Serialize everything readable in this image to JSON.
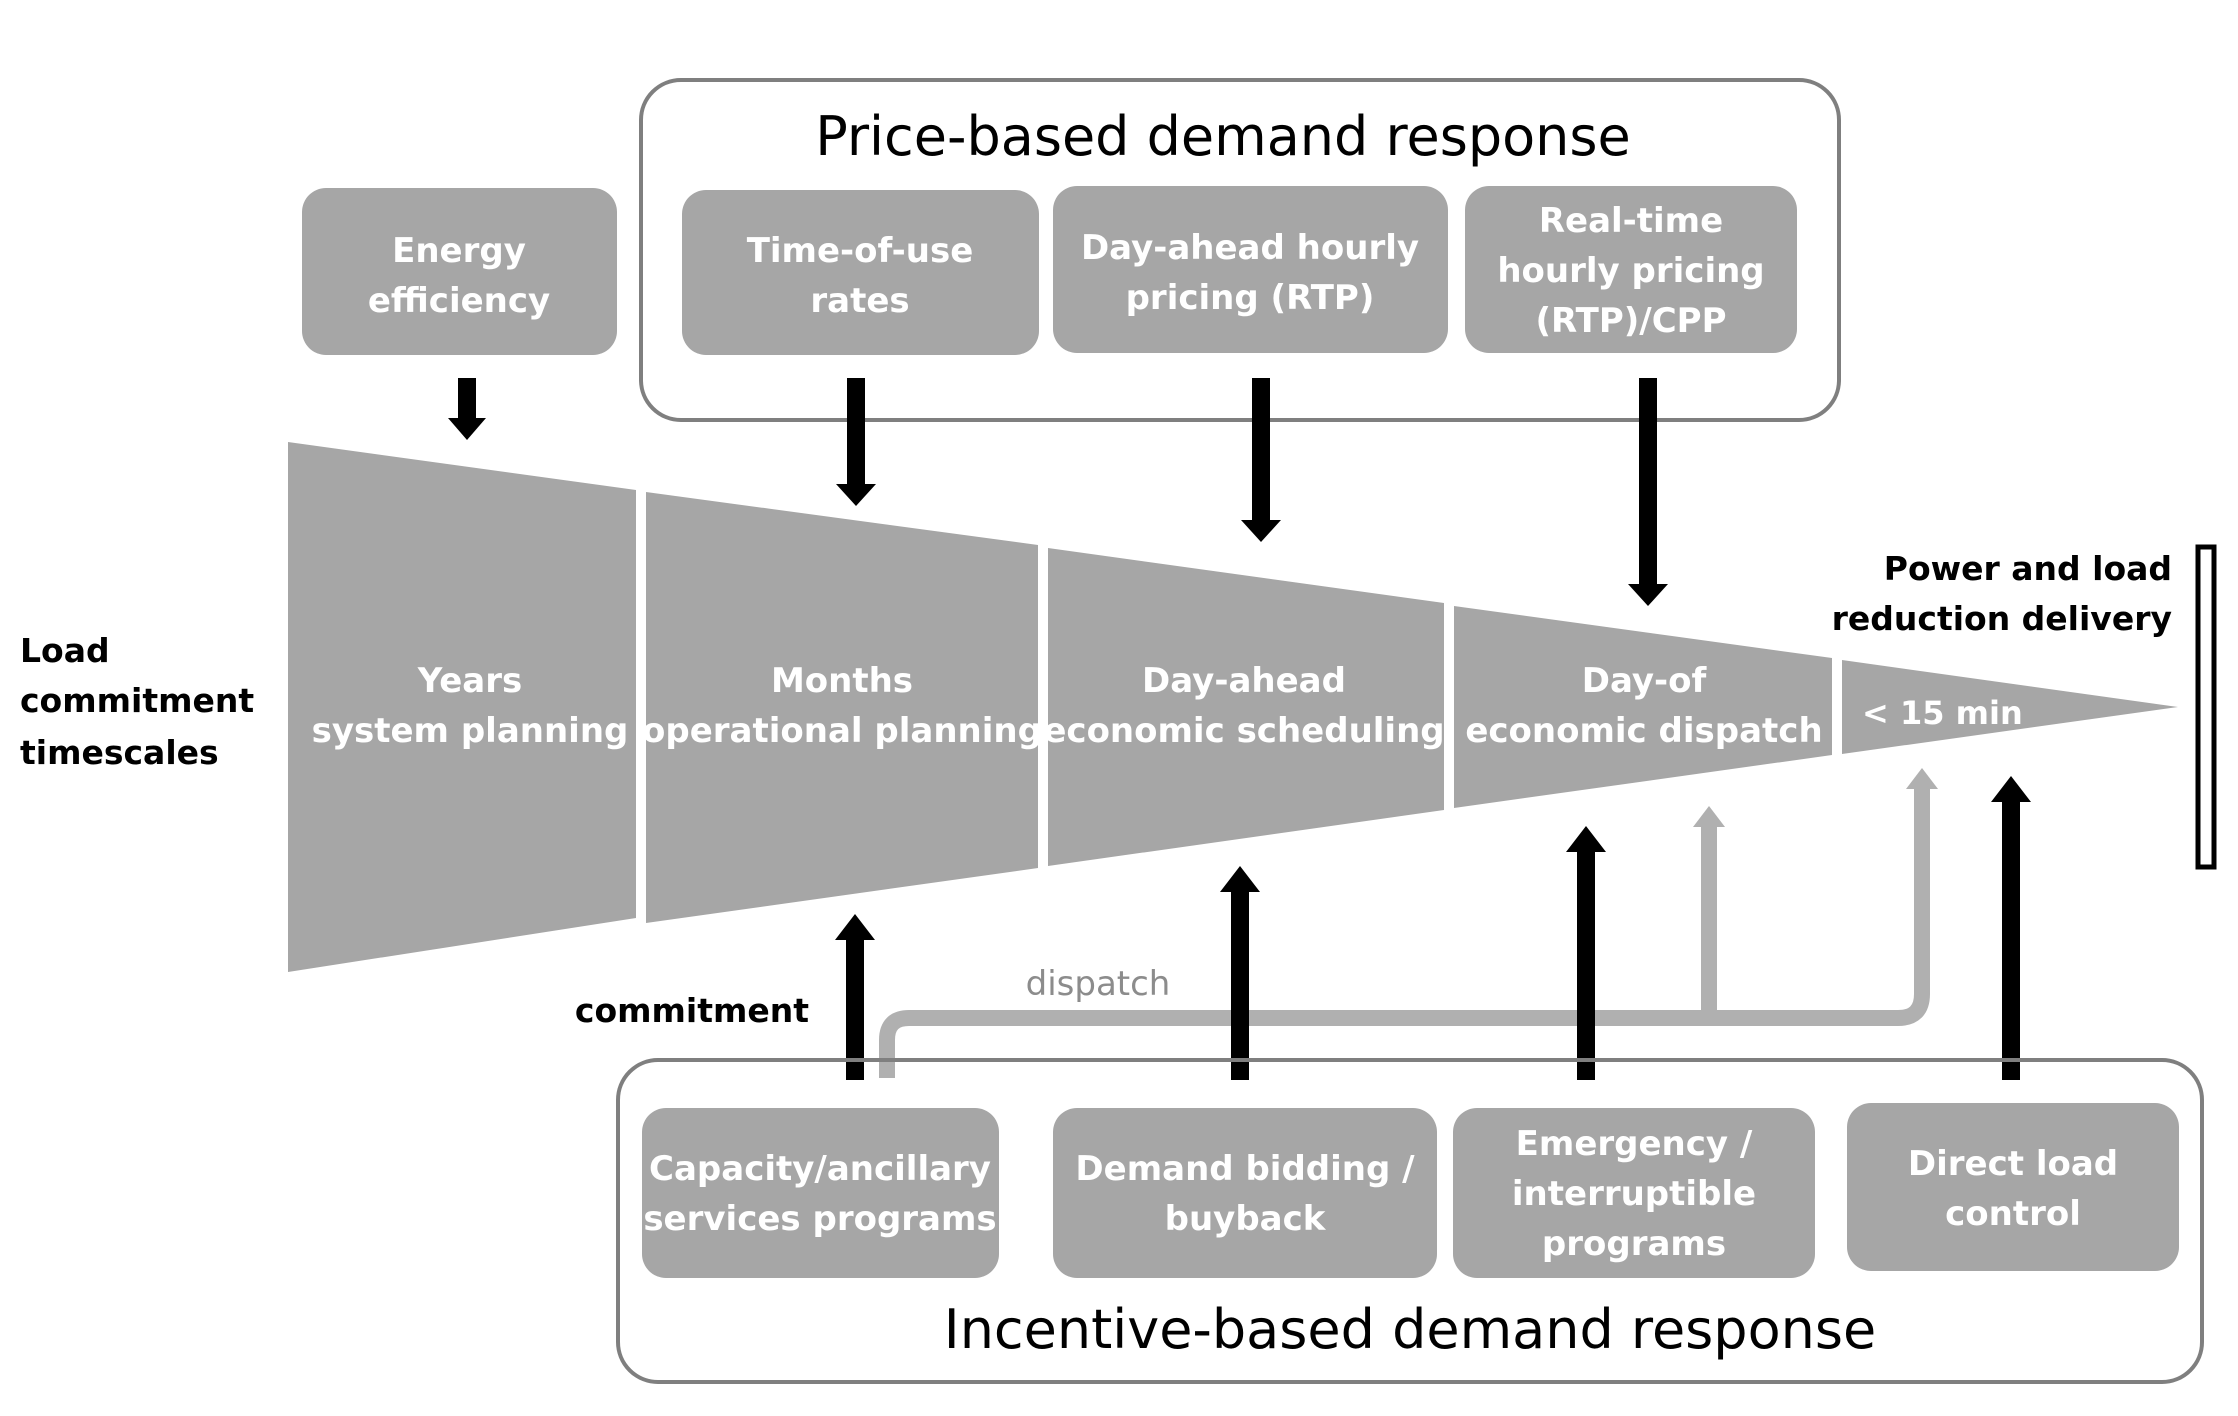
{
  "price_group": {
    "title": "Price-based demand response",
    "boxes": [
      {
        "lines": [
          "Time-of-use",
          "rates"
        ]
      },
      {
        "lines": [
          "Day-ahead hourly",
          "pricing (RTP)"
        ]
      },
      {
        "lines": [
          "Real-time",
          "hourly pricing",
          "(RTP)/CPP"
        ]
      }
    ]
  },
  "energy_efficiency": {
    "lines": [
      "Energy",
      "efficiency"
    ]
  },
  "left_label": {
    "lines": [
      "Load",
      "commitment",
      "timescales"
    ]
  },
  "timescales": [
    {
      "lines": [
        "Years",
        "system planning"
      ]
    },
    {
      "lines": [
        "Months",
        "operational planning"
      ]
    },
    {
      "lines": [
        "Day-ahead",
        "economic scheduling"
      ]
    },
    {
      "lines": [
        "Day-of",
        "economic  dispatch"
      ]
    },
    {
      "lines": [
        "< 15 min"
      ]
    }
  ],
  "delivery_label": {
    "lines": [
      "Power and load",
      "reduction delivery"
    ]
  },
  "commitment_label": "commitment",
  "dispatch_label": "dispatch",
  "incentive_group": {
    "title": "Incentive-based demand response",
    "boxes": [
      {
        "lines": [
          "Capacity/ancillary",
          "services programs"
        ]
      },
      {
        "lines": [
          "Demand bidding /",
          "buyback"
        ]
      },
      {
        "lines": [
          "Emergency /",
          "interruptible",
          "programs"
        ]
      },
      {
        "lines": [
          "Direct load",
          "control"
        ]
      }
    ]
  },
  "colors": {
    "box_fill": "#a6a6a6",
    "box_text": "#ffffff",
    "funnel_fill": "#a6a6a6",
    "group_stroke": "#7f7f7f",
    "arrow_black": "#000000",
    "arrow_gray": "#b0b0b0",
    "label_text": "#000000",
    "dispatch_text": "#8c8c8c"
  }
}
